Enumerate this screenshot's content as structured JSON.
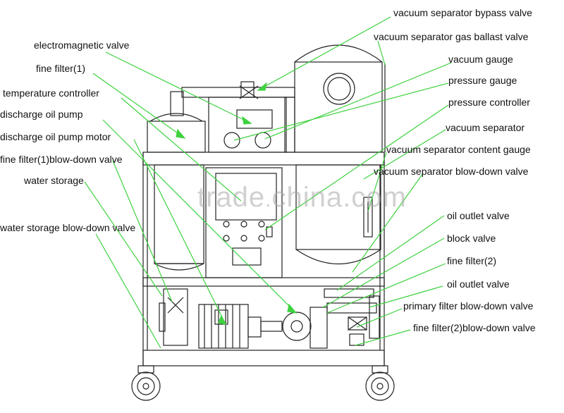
{
  "labels": {
    "vacuum_separator_bypass_valve": "vacuum separator bypass valve",
    "vacuum_separator_gas_ballast_valve": "vacuum separator gas ballast valve",
    "electromagnetic_valve": "electromagnetic valve",
    "vacuum_gauge": "vacuum gauge",
    "fine_filter_1": "fine filter(1)",
    "pressure_gauge": "pressure gauge",
    "temperature_controller": "temperature controller",
    "pressure_controller": "pressure controller",
    "discharge_oil_pump": "discharge oil pump",
    "vacuum_separator": "vacuum separator",
    "discharge_oil_pump_motor": "discharge oil pump motor",
    "vacuum_separator_content_gauge": "vacuum separator content gauge",
    "fine_filter_1_blow_down_valve": "fine filter(1)blow-down valve",
    "vacuum_separator_blow_down_valve": "vacuum separator blow-down valve",
    "water_storage": "water storage",
    "water_storage_blow_down_valve": "water storage blow-down valve",
    "oil_outlet_valve_1": "oil outlet valve",
    "block_valve": "block valve",
    "fine_filter_2": "fine filter(2)",
    "oil_outlet_valve_2": "oil outlet valve",
    "primary_filter_blow_down_valve": "primary filter blow-down valve",
    "fine_filter_2_blow_down_valve": "fine filter(2)blow-down valve"
  },
  "watermark": {
    "part1": "trade",
    "dot": ".",
    "part2": "china.com"
  },
  "colors": {
    "leader_line": "#3fd23f",
    "machine_outline": "#222222",
    "label_text": "#111111"
  }
}
